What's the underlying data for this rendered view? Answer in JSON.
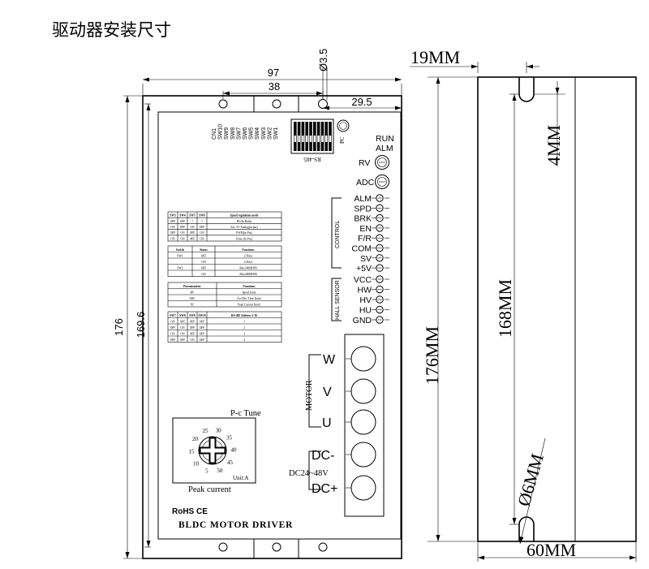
{
  "title": "驱动器安装尺寸",
  "dims": {
    "overall_width": "97",
    "hole_spacing": "38",
    "hole_diameter": "Ø3.5",
    "offset": "29.5",
    "height_outer": "176",
    "height_inner": "169.6",
    "side_top_width": "19MM",
    "side_slot": "4MM",
    "side_height_outer": "176MM",
    "side_height_inner": "168MM",
    "side_hole": "Ø6MM",
    "side_bottom_width": "60MM"
  },
  "switch_labels": [
    "CN1",
    "SW10",
    "SW9",
    "SW8",
    "SW7",
    "SW6",
    "SW5",
    "SW4",
    "SW3",
    "SW2",
    "SW1"
  ],
  "port_label": "RS-485",
  "pc_label": "PC",
  "run_label": "RUN",
  "alm_label": "ALM",
  "rv_label": "RV",
  "adc_label": "ADC",
  "control_group": "CONTROL",
  "control_terminals": [
    "ALM",
    "SPD",
    "BRK",
    "EN",
    "F/R",
    "COM",
    "SV",
    "+5V"
  ],
  "hall_group": "HALL SENSOR",
  "hall_terminals": [
    "VCC",
    "HW",
    "HV",
    "HU",
    "GND"
  ],
  "motor_group": "MOTOR",
  "motor_terminals": [
    "W",
    "V",
    "U"
  ],
  "dc_terminals": [
    "DC-",
    "DC+"
  ],
  "dc_voltage": "DC24~48V",
  "tune_title": "P-c Tune",
  "dial_numbers": [
    "25",
    "30",
    "35",
    "40",
    "45",
    "50",
    "5",
    "10",
    "15",
    "20"
  ],
  "dial_unit": "Unit:A",
  "peak_label": "Peak current",
  "cert_marks": "RoHS CE",
  "product_name": "BLDC MOTOR DRIVER",
  "table1": {
    "header": [
      "SW3",
      "SW4",
      "SW5",
      "SW6",
      "Speed regulation mode"
    ],
    "rows": [
      [
        "OFF",
        "OFF",
        "*",
        "*",
        "RV(In Bulit)"
      ],
      [
        "ON",
        "OFF",
        "ON",
        "OFF",
        "Ext. 5V Analog(in put)"
      ],
      [
        "OFF",
        "ON",
        "OFF",
        "ON",
        "PWM(in Put)"
      ],
      [
        "ON",
        "ON",
        "OFF",
        "ON",
        "Pulse (In Put)"
      ]
    ]
  },
  "table2": {
    "header": [
      "Switch",
      "Status",
      "Functions"
    ],
    "rows": [
      [
        "SW1",
        "OFF",
        "2 Poles"
      ],
      [
        "",
        "ON",
        "4 Poles"
      ],
      [
        "SW2",
        "OFF",
        "Max2000RPM"
      ],
      [
        "",
        "ON",
        "Max4000RPM"
      ]
    ]
  },
  "table3": {
    "header": [
      "Potentiometer",
      "Functions"
    ],
    "rows": [
      [
        "RV",
        "Speed knob"
      ],
      [
        "ADC",
        "Acc/Dec Time Knob"
      ],
      [
        "PC",
        "Peak Current Knob"
      ]
    ]
  },
  "table4": {
    "header": [
      "SW7",
      "SW8",
      "SW9",
      "SW10",
      "RS-485 Address 1-16"
    ],
    "rows": [
      [
        "ON",
        "OFF",
        "OFF",
        "OFF",
        "1"
      ],
      [
        "OFF",
        "ON",
        "OFF",
        "OFF",
        "2"
      ],
      [
        "ON",
        "ON",
        "OFF",
        "OFF",
        "3"
      ],
      [
        "OFF",
        "OFF",
        "ON",
        "OFF",
        "4"
      ]
    ]
  }
}
